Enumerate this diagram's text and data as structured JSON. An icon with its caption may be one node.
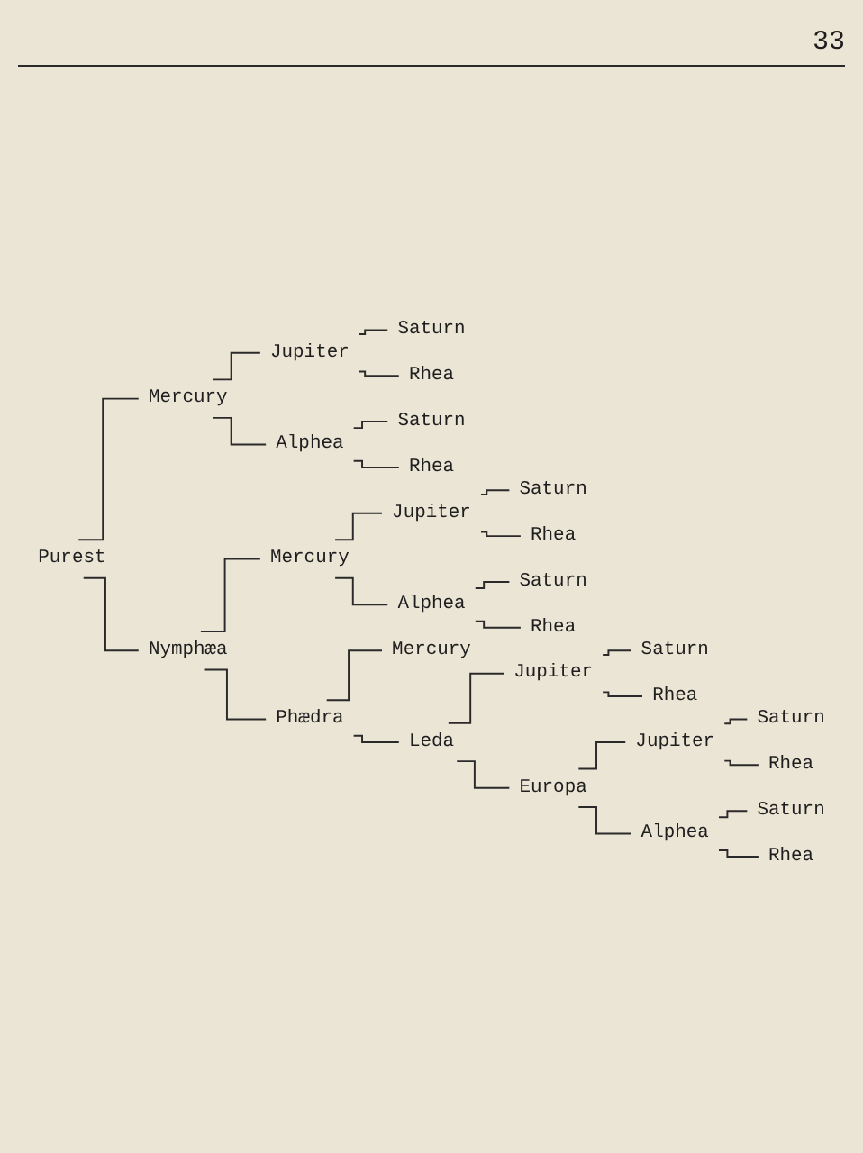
{
  "diagram": {
    "nodes": [
      {
        "text": [
          "Purest"
        ]
      },
      {
        "text": [
          "Mercury"
        ]
      },
      {
        "text": [
          "Jupiter"
        ]
      },
      {
        "text": [
          "Saturn"
        ]
      },
      {
        "text": [
          "Rhea"
        ]
      },
      {
        "text": [
          "Alphea"
        ]
      },
      {
        "text": [
          "Saturn"
        ]
      },
      {
        "text": [
          "Rhea"
        ]
      },
      {
        "text": [
          "Nymphæa"
        ]
      },
      {
        "text": [
          "Mercury"
        ]
      },
      {
        "text": [
          "Jupiter"
        ]
      },
      {
        "text": [
          "Saturn"
        ]
      },
      {
        "text": [
          "Rhea"
        ]
      },
      {
        "text": [
          "Alphea"
        ]
      },
      {
        "text": [
          "Saturn"
        ]
      },
      {
        "text": [
          "Rhea"
        ]
      },
      {
        "text": [
          "Phædra"
        ]
      },
      {
        "text": [
          "Mercury"
        ]
      },
      {
        "text": [
          "Leda"
        ]
      },
      {
        "text": [
          "Jupiter"
        ]
      },
      {
        "text": [
          "Saturn"
        ]
      },
      {
        "text": [
          "Rhea"
        ]
      },
      {
        "text": [
          "Europa"
        ]
      },
      {
        "text": [
          "Jupiter"
        ]
      },
      {
        "text": [
          "Saturn"
        ]
      },
      {
        "text": [
          "Rhea"
        ]
      },
      {
        "text": [
          "Alphea"
        ]
      },
      {
        "text": [
          "Saturn"
        ]
      },
      {
        "text": [
          "Rhea"
        ]
      }
    ],
    "edges": [
      {
        "from": 0,
        "to": 1,
        "arrow": "none"
      },
      {
        "from": 1,
        "to": 2,
        "arrow": "none"
      },
      {
        "from": 2,
        "to": 3,
        "arrow": "none"
      },
      {
        "from": 2,
        "to": 4,
        "arrow": "none"
      },
      {
        "from": 1,
        "to": 5,
        "arrow": "none"
      },
      {
        "from": 5,
        "to": 6,
        "arrow": "none"
      },
      {
        "from": 5,
        "to": 7,
        "arrow": "none"
      },
      {
        "from": 0,
        "to": 8,
        "arrow": "none"
      },
      {
        "from": 8,
        "to": 9,
        "arrow": "none"
      },
      {
        "from": 9,
        "to": 10,
        "arrow": "none"
      },
      {
        "from": 10,
        "to": 11,
        "arrow": "none"
      },
      {
        "from": 10,
        "to": 12,
        "arrow": "none"
      },
      {
        "from": 9,
        "to": 13,
        "arrow": "none"
      },
      {
        "from": 13,
        "to": 14,
        "arrow": "none"
      },
      {
        "from": 13,
        "to": 15,
        "arrow": "none"
      },
      {
        "from": 8,
        "to": 16,
        "arrow": "none"
      },
      {
        "from": 16,
        "to": 17,
        "arrow": "none"
      },
      {
        "from": 16,
        "to": 18,
        "arrow": "none"
      },
      {
        "from": 18,
        "to": 19,
        "arrow": "none"
      },
      {
        "from": 19,
        "to": 20,
        "arrow": "none"
      },
      {
        "from": 19,
        "to": 21,
        "arrow": "none"
      },
      {
        "from": 18,
        "to": 22,
        "arrow": "none"
      },
      {
        "from": 22,
        "to": 23,
        "arrow": "none"
      },
      {
        "from": 23,
        "to": 24,
        "arrow": "none"
      },
      {
        "from": 23,
        "to": 25,
        "arrow": "none"
      },
      {
        "from": 22,
        "to": 26,
        "arrow": "none"
      },
      {
        "from": 26,
        "to": 27,
        "arrow": "none"
      },
      {
        "from": 26,
        "to": 28,
        "arrow": "none"
      }
    ],
    "labels": [
      "33"
    ]
  }
}
